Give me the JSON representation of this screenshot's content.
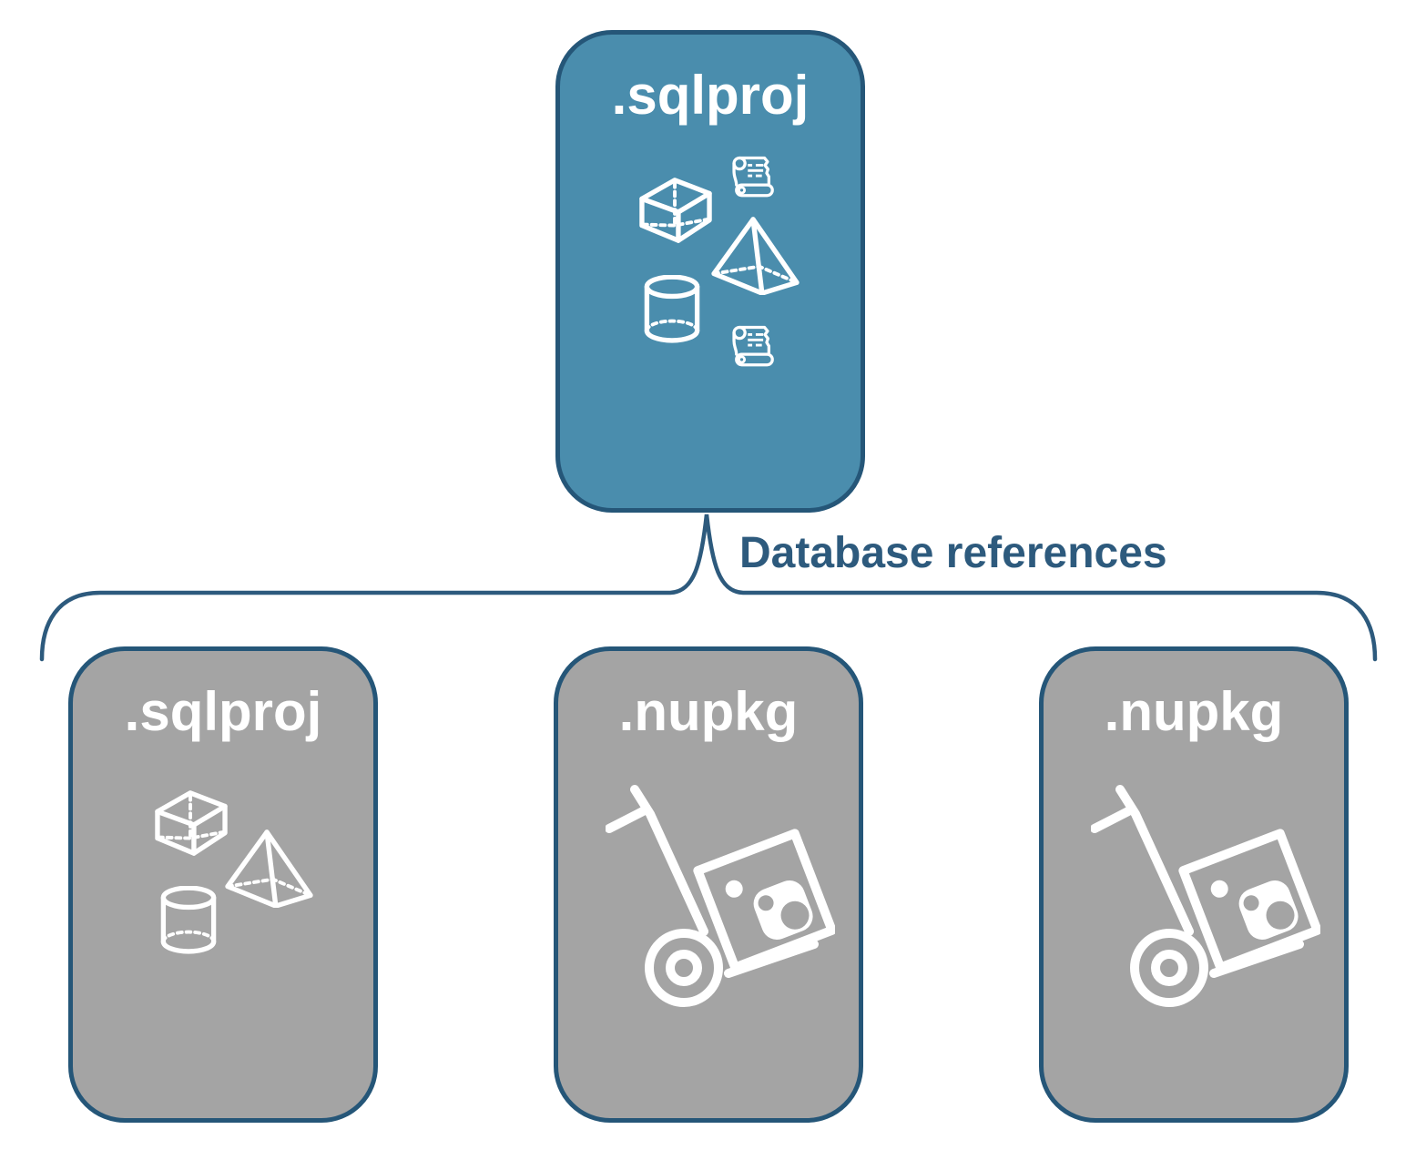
{
  "diagram": {
    "connector_label": "Database references",
    "colors": {
      "root_fill": "#4A8DAD",
      "child_fill": "#A4A4A4",
      "node_border": "#255678",
      "connector": "#2D5A7D",
      "label_text": "#2D5A7D",
      "icon_stroke": "#FFFFFF",
      "title_text": "#FFFFFF"
    },
    "root": {
      "title": ".sqlproj",
      "icons": [
        "cube-icon",
        "sql-script-scroll-icon",
        "pyramid-icon",
        "database-cylinder-icon",
        "sql-script-scroll-icon"
      ]
    },
    "children": [
      {
        "title": ".sqlproj",
        "icons": [
          "cube-icon",
          "pyramid-icon",
          "database-cylinder-icon"
        ]
      },
      {
        "title": ".nupkg",
        "icons": [
          "nuget-hand-truck-package-icon"
        ]
      },
      {
        "title": ".nupkg",
        "icons": [
          "nuget-hand-truck-package-icon"
        ]
      }
    ]
  }
}
